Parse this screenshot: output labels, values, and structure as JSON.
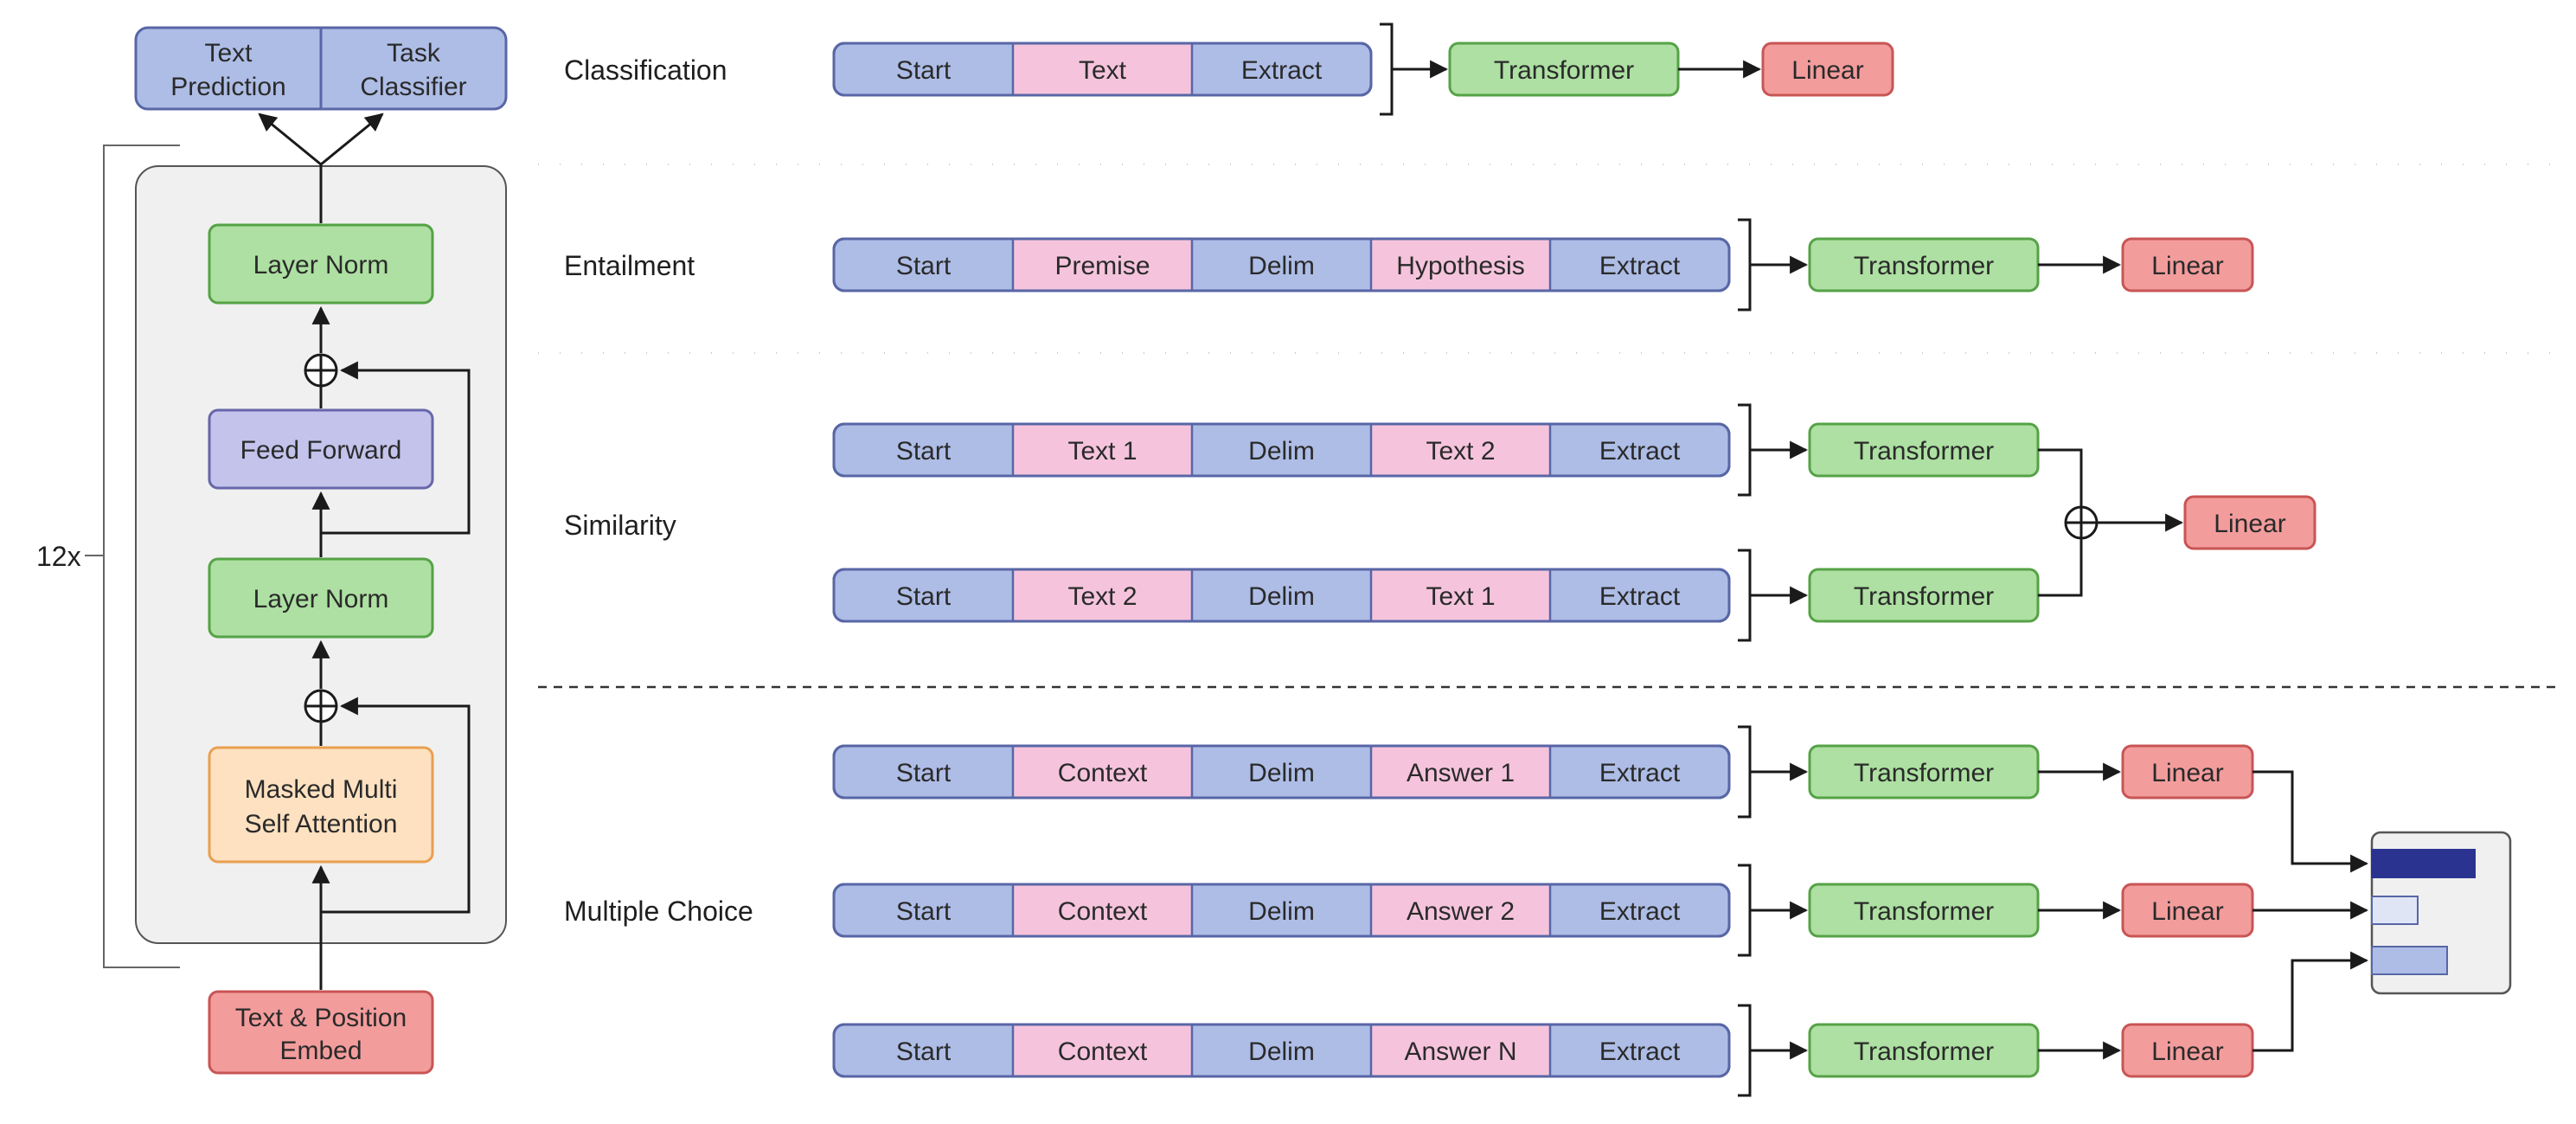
{
  "colors": {
    "blue_fill": "#aebde6",
    "blue_stroke": "#5866a6",
    "pink_fill": "#f5c4dc",
    "green_fill": "#ade0a2",
    "green_stroke": "#55a246",
    "red_fill": "#f39c9c",
    "red_stroke": "#c85555",
    "purple_fill": "#c3c3ec",
    "purple_stroke": "#6666aa",
    "orange_fill": "#fde1c0",
    "orange_stroke": "#e8a050",
    "panel_fill": "#f0f0f0",
    "bar_dark": "#2a3490"
  },
  "architecture": {
    "heads": [
      "Text\nPrediction",
      "Task\nClassifier"
    ],
    "repeat_label": "12x",
    "layer_norm_top": "Layer Norm",
    "feed_forward": "Feed Forward",
    "layer_norm_bottom": "Layer Norm",
    "attention": "Masked Multi\nSelf Attention",
    "embed": "Text & Position\nEmbed"
  },
  "tasks": {
    "classification": {
      "label": "Classification",
      "tokens": [
        "Start",
        "Text",
        "Extract"
      ],
      "transformer": "Transformer",
      "linear": "Linear"
    },
    "entailment": {
      "label": "Entailment",
      "tokens": [
        "Start",
        "Premise",
        "Delim",
        "Hypothesis",
        "Extract"
      ],
      "transformer": "Transformer",
      "linear": "Linear"
    },
    "similarity": {
      "label": "Similarity",
      "rows": [
        [
          "Start",
          "Text 1",
          "Delim",
          "Text 2",
          "Extract"
        ],
        [
          "Start",
          "Text 2",
          "Delim",
          "Text 1",
          "Extract"
        ]
      ],
      "transformer": "Transformer",
      "linear": "Linear"
    },
    "multiple_choice": {
      "label": "Multiple Choice",
      "rows": [
        [
          "Start",
          "Context",
          "Delim",
          "Answer 1",
          "Extract"
        ],
        [
          "Start",
          "Context",
          "Delim",
          "Answer 2",
          "Extract"
        ],
        [
          "Start",
          "Context",
          "Delim",
          "Answer N",
          "Extract"
        ]
      ],
      "transformer": "Transformer",
      "linear": "Linear",
      "softmax_bars": [
        0.85,
        0.38,
        0.62
      ]
    }
  }
}
